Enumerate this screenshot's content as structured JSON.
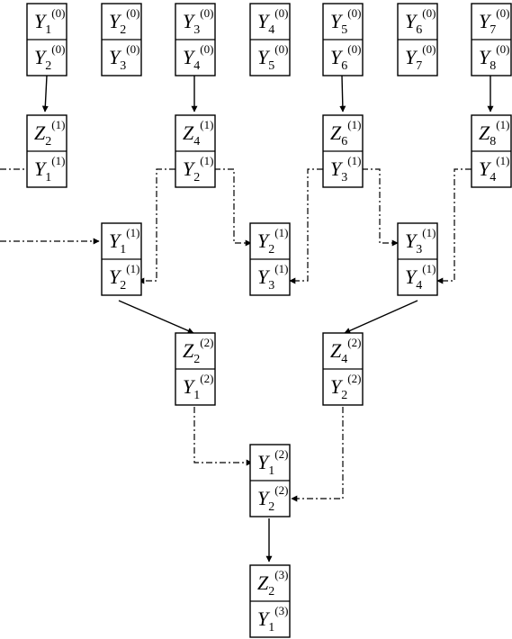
{
  "cells": [
    {
      "id": "r0c1",
      "top": {
        "v": "Y",
        "sub": "1",
        "sup": "(0)"
      },
      "bottom": {
        "v": "Y",
        "sub": "2",
        "sup": "(0)"
      }
    },
    {
      "id": "r0c2",
      "top": {
        "v": "Y",
        "sub": "2",
        "sup": "(0)"
      },
      "bottom": {
        "v": "Y",
        "sub": "3",
        "sup": "(0)"
      }
    },
    {
      "id": "r0c3",
      "top": {
        "v": "Y",
        "sub": "3",
        "sup": "(0)"
      },
      "bottom": {
        "v": "Y",
        "sub": "4",
        "sup": "(0)"
      }
    },
    {
      "id": "r0c4",
      "top": {
        "v": "Y",
        "sub": "4",
        "sup": "(0)"
      },
      "bottom": {
        "v": "Y",
        "sub": "5",
        "sup": "(0)"
      }
    },
    {
      "id": "r0c5",
      "top": {
        "v": "Y",
        "sub": "5",
        "sup": "(0)"
      },
      "bottom": {
        "v": "Y",
        "sub": "6",
        "sup": "(0)"
      }
    },
    {
      "id": "r0c6",
      "top": {
        "v": "Y",
        "sub": "6",
        "sup": "(0)"
      },
      "bottom": {
        "v": "Y",
        "sub": "7",
        "sup": "(0)"
      }
    },
    {
      "id": "r0c7",
      "top": {
        "v": "Y",
        "sub": "7",
        "sup": "(0)"
      },
      "bottom": {
        "v": "Y",
        "sub": "8",
        "sup": "(0)"
      }
    },
    {
      "id": "r1c1",
      "top": {
        "v": "Z",
        "sub": "2",
        "sup": "(1)"
      },
      "bottom": {
        "v": "Y",
        "sub": "1",
        "sup": "(1)"
      }
    },
    {
      "id": "r1c3",
      "top": {
        "v": "Z",
        "sub": "4",
        "sup": "(1)"
      },
      "bottom": {
        "v": "Y",
        "sub": "2",
        "sup": "(1)"
      }
    },
    {
      "id": "r1c5",
      "top": {
        "v": "Z",
        "sub": "6",
        "sup": "(1)"
      },
      "bottom": {
        "v": "Y",
        "sub": "3",
        "sup": "(1)"
      }
    },
    {
      "id": "r1c7",
      "top": {
        "v": "Z",
        "sub": "8",
        "sup": "(1)"
      },
      "bottom": {
        "v": "Y",
        "sub": "4",
        "sup": "(1)"
      }
    },
    {
      "id": "r2c2",
      "top": {
        "v": "Y",
        "sub": "1",
        "sup": "(1)"
      },
      "bottom": {
        "v": "Y",
        "sub": "2",
        "sup": "(1)"
      }
    },
    {
      "id": "r2c4",
      "top": {
        "v": "Y",
        "sub": "2",
        "sup": "(1)"
      },
      "bottom": {
        "v": "Y",
        "sub": "3",
        "sup": "(1)"
      }
    },
    {
      "id": "r2c6",
      "top": {
        "v": "Y",
        "sub": "3",
        "sup": "(1)"
      },
      "bottom": {
        "v": "Y",
        "sub": "4",
        "sup": "(1)"
      }
    },
    {
      "id": "r3c3",
      "top": {
        "v": "Z",
        "sub": "2",
        "sup": "(2)"
      },
      "bottom": {
        "v": "Y",
        "sub": "1",
        "sup": "(2)"
      }
    },
    {
      "id": "r3c5",
      "top": {
        "v": "Z",
        "sub": "4",
        "sup": "(2)"
      },
      "bottom": {
        "v": "Y",
        "sub": "2",
        "sup": "(2)"
      }
    },
    {
      "id": "r4c4",
      "top": {
        "v": "Y",
        "sub": "1",
        "sup": "(2)"
      },
      "bottom": {
        "v": "Y",
        "sub": "2",
        "sup": "(2)"
      }
    },
    {
      "id": "r5c4",
      "top": {
        "v": "Z",
        "sub": "2",
        "sup": "(3)"
      },
      "bottom": {
        "v": "Y",
        "sub": "1",
        "sup": "(3)"
      }
    }
  ]
}
